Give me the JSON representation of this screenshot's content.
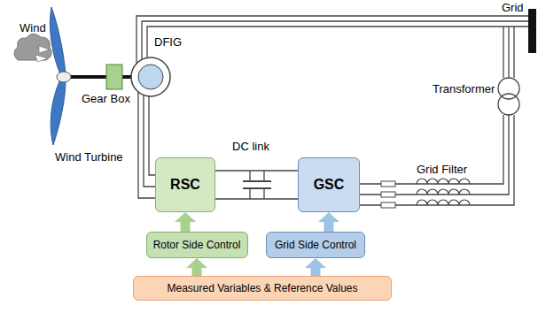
{
  "diagram": {
    "nodes": [
      {
        "text": [
          "RSC"
        ]
      },
      {
        "text": [
          "GSC"
        ]
      },
      {
        "text": [
          "Rotor Side Control"
        ]
      },
      {
        "text": [
          "Grid Side Control"
        ]
      },
      {
        "text": [
          "Measured Variables & Reference Values"
        ]
      }
    ],
    "edges": [
      {
        "from": 0,
        "to": 1,
        "arrow": "none"
      },
      {
        "from": 2,
        "to": 0,
        "arrow": "to"
      },
      {
        "from": 3,
        "to": 1,
        "arrow": "to"
      },
      {
        "from": 4,
        "to": 2,
        "arrow": "to"
      },
      {
        "from": 4,
        "to": 3,
        "arrow": "to"
      }
    ],
    "labels": [
      "Wind",
      "Wind Turbine",
      "Gear Box",
      "DFIG",
      "Grid",
      "Transformer",
      "DC link",
      "Grid Filter"
    ]
  }
}
